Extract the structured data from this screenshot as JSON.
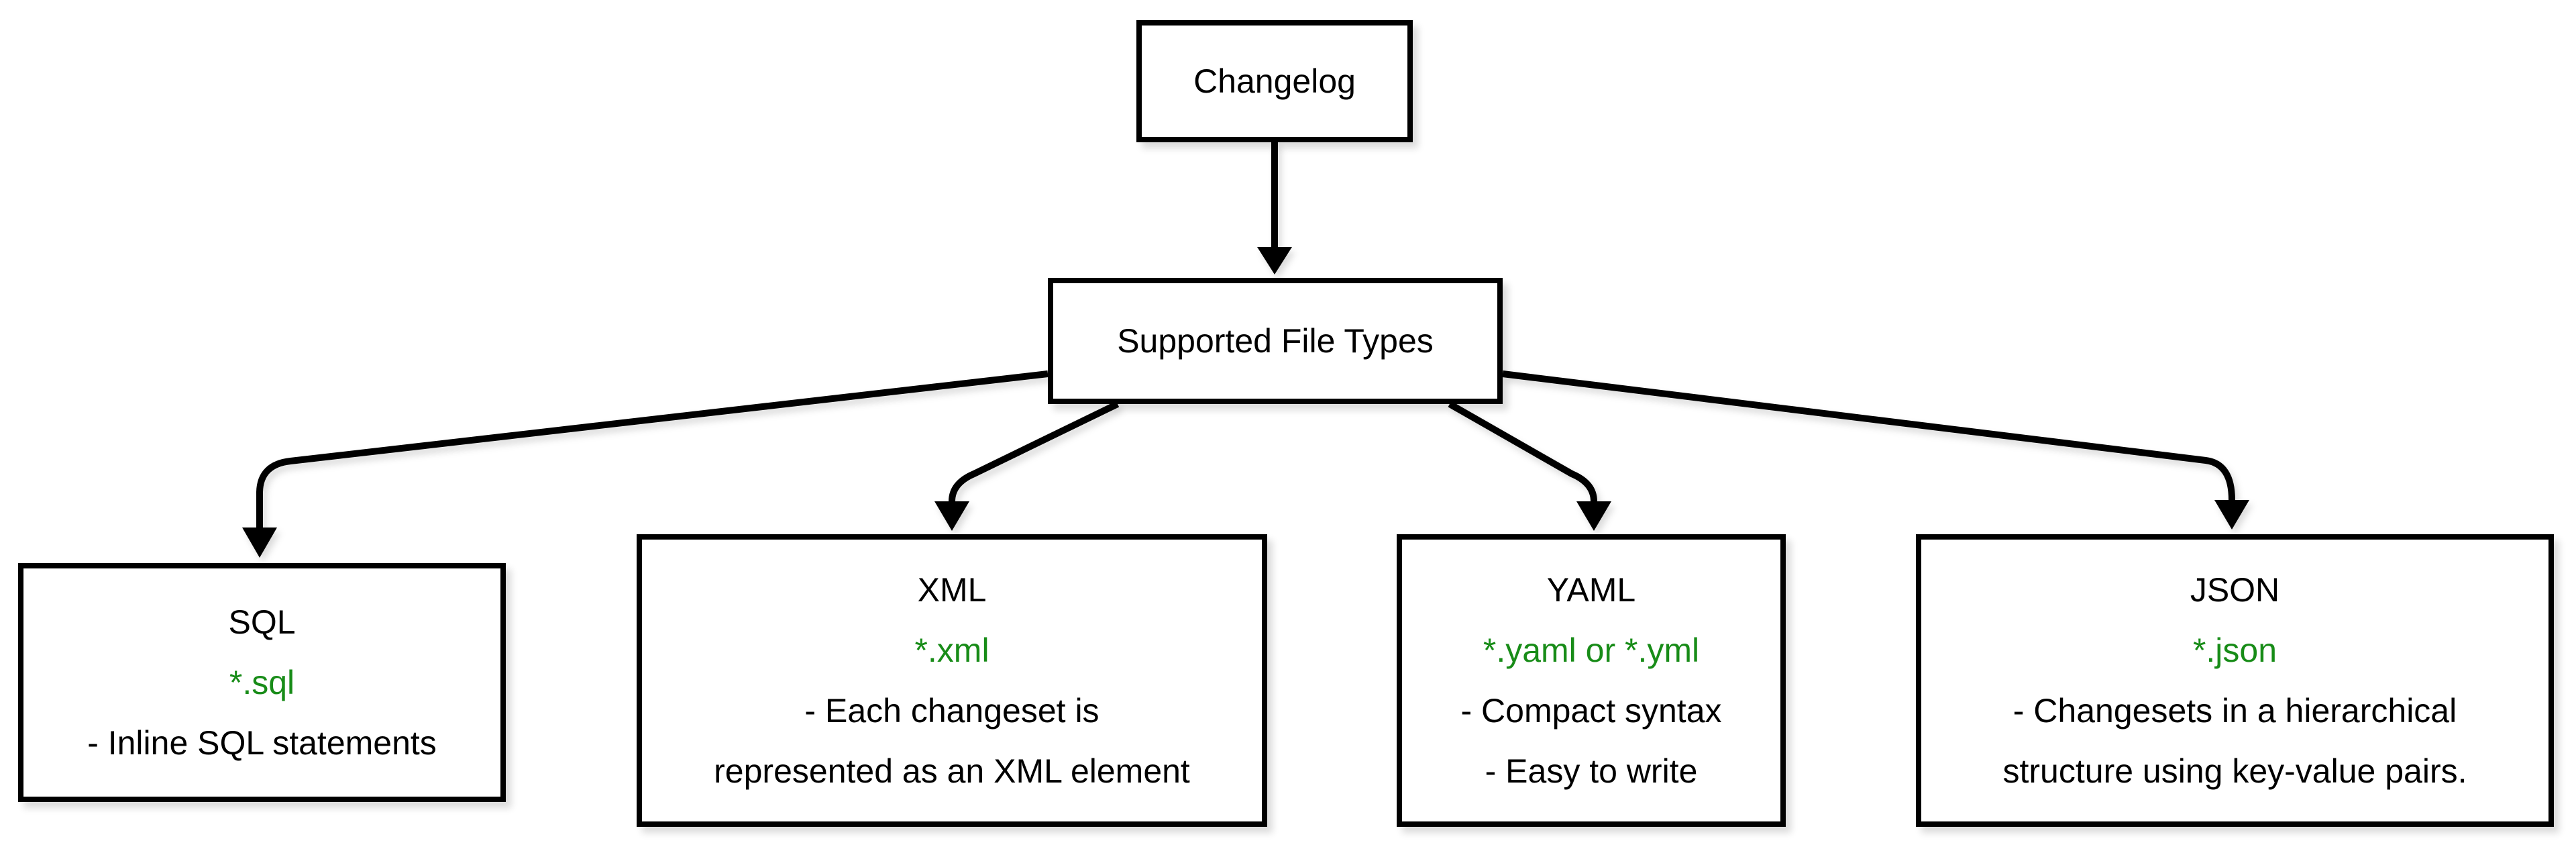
{
  "colors": {
    "background": "#ffffff",
    "node_fill": "#ffffff",
    "node_border": "#000000",
    "text": "#000000",
    "file_pattern_green": "#188c18"
  },
  "nodes": {
    "changelog": {
      "label": "Changelog"
    },
    "supported": {
      "label": "Supported File Types"
    },
    "sql": {
      "title": "SQL",
      "pattern": "*.sql",
      "details": [
        "- Inline SQL statements"
      ]
    },
    "xml": {
      "title": "XML",
      "pattern": "*.xml",
      "details": [
        "- Each changeset is",
        "represented as an XML element"
      ]
    },
    "yaml": {
      "title": "YAML",
      "pattern": "*.yaml or *.yml",
      "details": [
        "- Compact syntax",
        "- Easy to write"
      ]
    },
    "json": {
      "title": "JSON",
      "pattern": "*.json",
      "details": [
        "- Changesets in a hierarchical",
        "structure using key-value pairs."
      ]
    }
  }
}
